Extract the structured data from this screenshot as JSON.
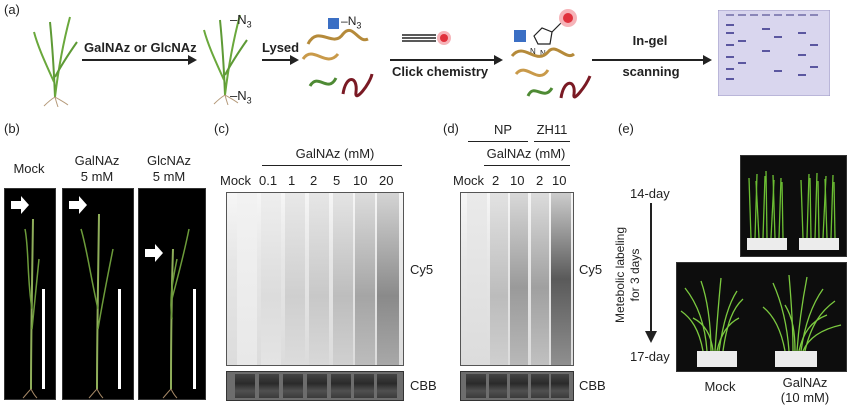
{
  "panel_a": {
    "label": "(a)",
    "step1": "GalNAz or GlcNAz",
    "azide_top": "–N",
    "azide_bottom": "–N",
    "subscript": "3",
    "step2": "Lysed",
    "protein_azide": "N",
    "step3": "Click chemistry",
    "step4_line1": "In-gel",
    "step4_line2": "scanning"
  },
  "panel_b": {
    "label": "(b)",
    "col1": "Mock",
    "col2_line1": "GalNAz",
    "col2_line2": "5 mM",
    "col3_line1": "GlcNAz",
    "col3_line2": "5 mM"
  },
  "panel_c": {
    "label": "(c)",
    "header": "GalNAz (mM)",
    "lanes": [
      "Mock",
      "0.1",
      "1",
      "2",
      "5",
      "10",
      "20"
    ],
    "side_top": "Cy5",
    "side_bottom": "CBB"
  },
  "panel_d": {
    "label": "(d)",
    "group1": "NP",
    "group2": "ZH11",
    "header": "GalNAz (mM)",
    "lanes": [
      "Mock",
      "2",
      "10",
      "2",
      "10"
    ],
    "side_top": "Cy5",
    "side_bottom": "CBB"
  },
  "panel_e": {
    "label": "(e)",
    "start": "14-day",
    "end": "17-day",
    "vertical_line1": "Metebolic labeling",
    "vertical_line2": "for 3 days",
    "cond1": "Mock",
    "cond2_line1": "GalNAz",
    "cond2_line2": "(10 mM)"
  },
  "colors": {
    "arrow": "#222222",
    "blue_square": "#3b6fc4",
    "red_dot": "#e0313c",
    "plant_green": "#6c9b3a",
    "gel_lavender": "#d9d6ee"
  }
}
